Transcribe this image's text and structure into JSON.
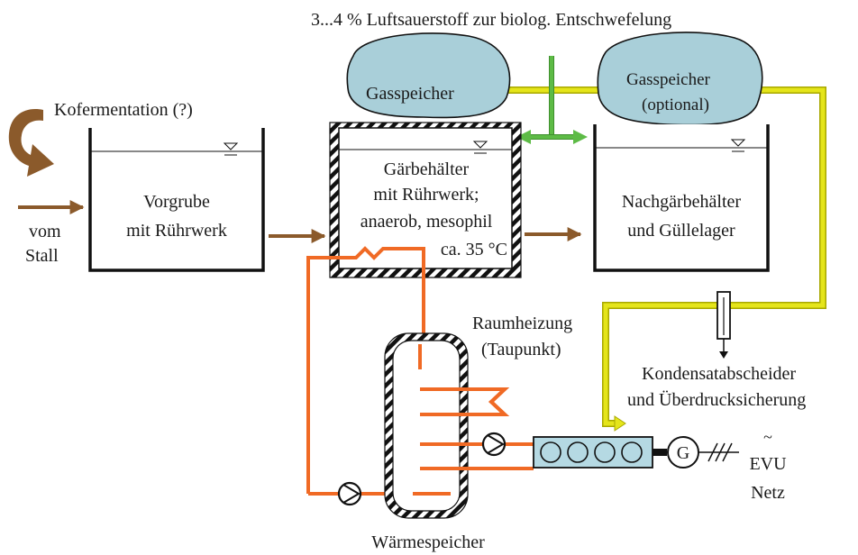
{
  "colors": {
    "arrow_brown": "#8B5A2B",
    "gas_yellow": "#E5E51A",
    "gas_yellow_dark": "#A8A800",
    "air_green": "#5DBB46",
    "heat_orange": "#F06A25",
    "gas_storage_fill": "#A9CFD9",
    "engine_fill": "#B5D9E3",
    "outline": "#111111",
    "text": "#1a1a1a"
  },
  "labels": {
    "top_note": "3...4 % Luftsauerstoff zur biolog. Entschwefelung",
    "kofermentation": "Kofermentation (?)",
    "vom": "vom",
    "stall": "Stall",
    "vorgrube_1": "Vorgrube",
    "vorgrube_2": "mit Rührwerk",
    "gaerbehaelter_1": "Gärbehälter",
    "gaerbehaelter_2": "mit Rührwerk;",
    "gaerbehaelter_3": "anaerob, mesophil",
    "gaerbehaelter_4": "ca. 35 °C",
    "nachgaer_1": "Nachgärbehälter",
    "nachgaer_2": "und Güllelager",
    "gasspeicher_1": "Gasspeicher",
    "gasspeicher_2a": "Gasspeicher",
    "gasspeicher_2b": "(optional)",
    "raumheizung_1": "Raumheizung",
    "raumheizung_2": "(Taupunkt)",
    "kondensat_1": "Kondensatabscheider",
    "kondensat_2": "und Überdrucksicherung",
    "generator": "G",
    "tilde": "~",
    "evu": "EVU",
    "netz": "Netz",
    "waermespeicher": "Wärmespeicher"
  },
  "icons": {
    "pump": "pump-icon",
    "generator": "generator-icon",
    "level": "water-level-icon",
    "condensate": "condensate-trap-icon",
    "curved_arrow": "curved-arrow-icon"
  }
}
